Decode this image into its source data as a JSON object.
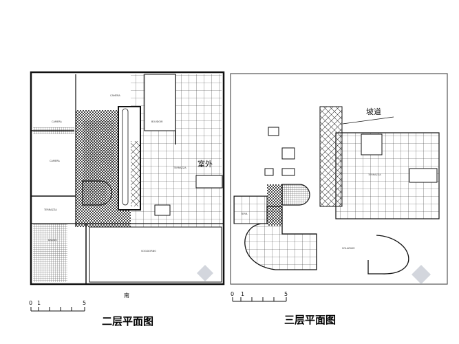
{
  "plans": [
    {
      "title": "二层平面图",
      "rooms": {
        "camera_1": "CAMERA",
        "camera_2": "CAMERA",
        "camera_3": "CAMERA",
        "boudoir": "BOUDOIR",
        "terrazza": "TERRAZZA",
        "terrazza_small": "TERRAZZA",
        "soggiorno": "SOGGIORNO",
        "bagno": "BAGNO"
      },
      "outdoor_label": "室外",
      "orientation_label": "南",
      "scale": {
        "ticks": [
          "0",
          "1",
          "5"
        ]
      }
    },
    {
      "title": "三层平面图",
      "rooms": {
        "terrazza": "TERRAZZA",
        "solarium": "SOLARIUM",
        "small_terrace": "TERR."
      },
      "ramp_label": "坡道",
      "scale": {
        "ticks": [
          "0",
          "1",
          "5"
        ]
      }
    }
  ],
  "colors": {
    "line": "#111111",
    "paper": "#ffffff",
    "watermark": "#c8ccd4"
  }
}
